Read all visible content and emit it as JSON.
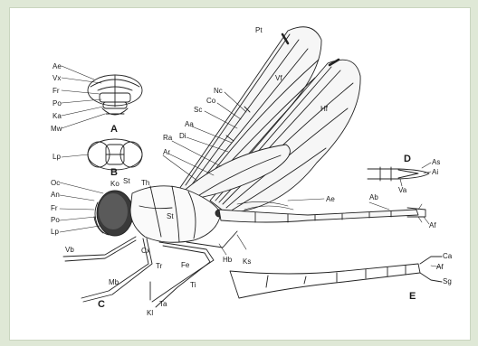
{
  "labels": {
    "Pt": "Pt",
    "Vf": "Vf",
    "Hf": "Hf",
    "Nc": "Nc",
    "Co": "Co",
    "Sc": "Sc",
    "Aa": "Aa",
    "Di": "Di",
    "Ra": "Ra",
    "Ar": "Ar",
    "Ae_head": "Ae",
    "Vx": "Vx",
    "Fr": "Fr",
    "Po": "Po",
    "Ka": "Ka",
    "Mw": "Mw",
    "Lp": "Lp",
    "Oc": "Oc",
    "An": "An",
    "Fr2": "Fr",
    "Po2": "Po",
    "Lp2": "Lp",
    "Ko": "Ko",
    "St": "St",
    "Th": "Th",
    "St2": "St",
    "Vb": "Vb",
    "Cx": "Cx",
    "Tr": "Tr",
    "Fe": "Fe",
    "Mb": "Mb",
    "Ti": "Ti",
    "Kl": "Kl",
    "Ta": "Ta",
    "Hb": "Hb",
    "Ks": "Ks",
    "Ae_wing": "Ae",
    "Ab": "Ab",
    "Af": "Af",
    "As": "As",
    "Ai": "Ai",
    "Va": "Va",
    "Ca": "Ca",
    "Af2": "Af",
    "Sg": "Sg"
  },
  "panels": {
    "A": "A",
    "B": "B",
    "C": "C",
    "D": "D",
    "E": "E"
  }
}
